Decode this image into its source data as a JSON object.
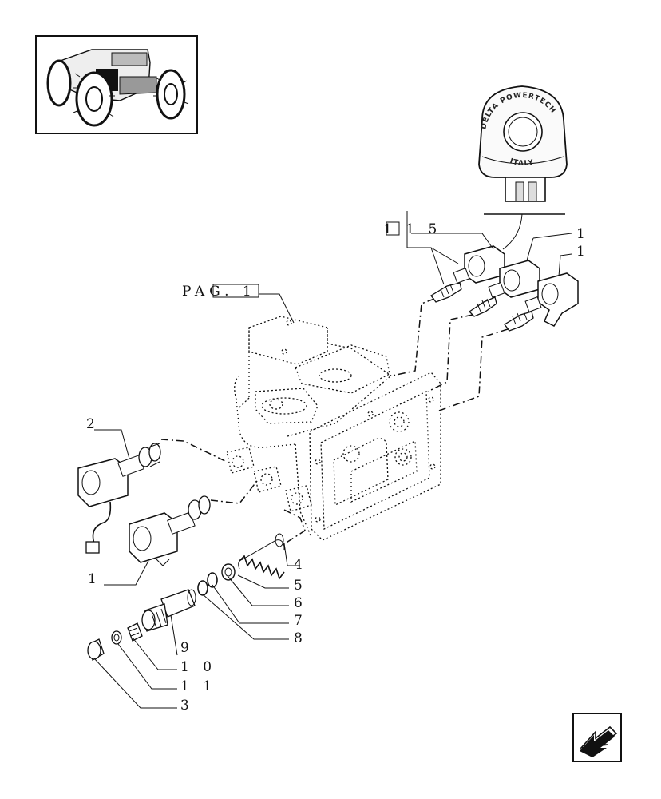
{
  "labels": {
    "pag_ref": "PAG. 1",
    "ref_115": "1 1 5",
    "callout_1_upper_a": "1",
    "callout_1_upper_b": "1",
    "callout_2": "2",
    "callout_1_lower": "1",
    "callout_4": "4",
    "callout_5": "5",
    "callout_6": "6",
    "callout_7": "7",
    "callout_8": "8",
    "callout_9": "9",
    "callout_10": "1 0",
    "callout_11": "1 1",
    "callout_3": "3"
  },
  "coil_stamp": {
    "top_text": "DELTA POWERTECH",
    "bottom_text": "ITALY"
  },
  "icons": {
    "thumbnail": "tractor-thumbnail-icon",
    "nav": "back-arrow-icon"
  }
}
